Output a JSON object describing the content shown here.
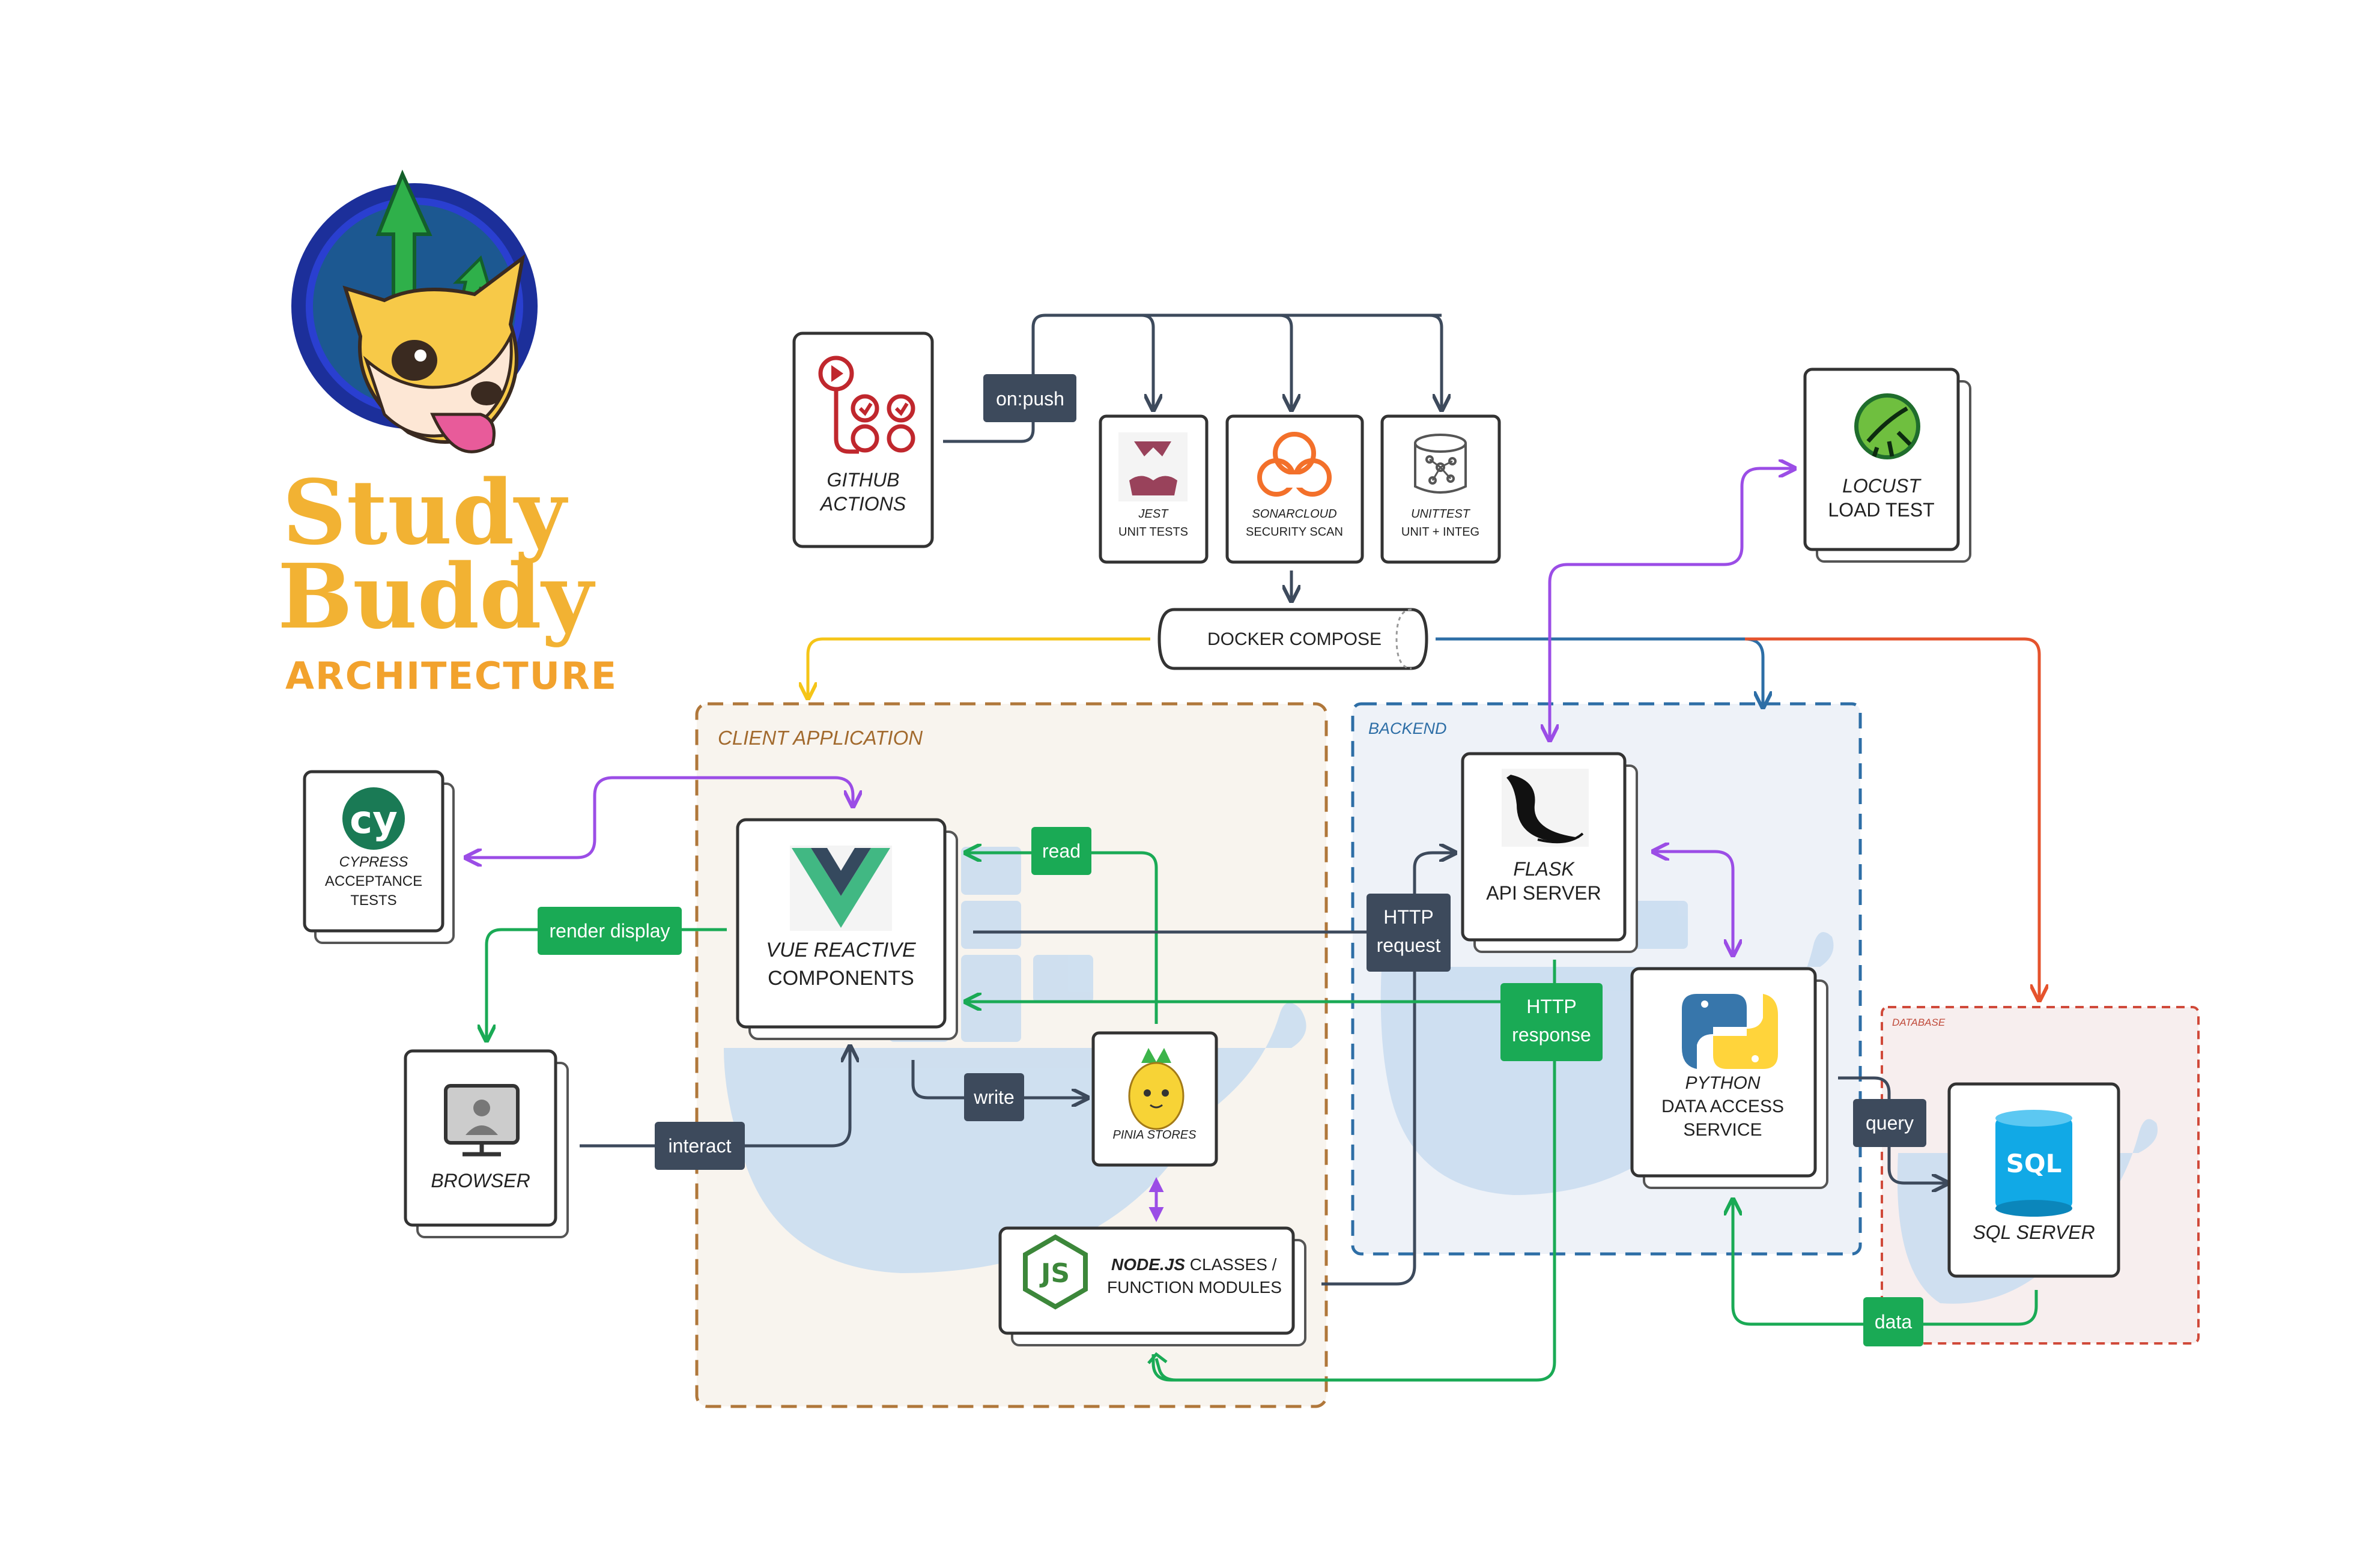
{
  "brand": {
    "title_line1": "Study",
    "title_line2": "Buddy",
    "subtitle": "ARCHITECTURE"
  },
  "regions": {
    "client": "CLIENT APPLICATION",
    "backend": "BACKEND",
    "database": "DATABASE"
  },
  "nodes": {
    "github_actions": {
      "line1": "GITHUB",
      "line2": "ACTIONS",
      "icon": "github-actions-icon"
    },
    "jest": {
      "line1": "JEST",
      "line2": "UNIT TESTS",
      "icon": "jest-icon"
    },
    "sonarcloud": {
      "line1": "SONARCLOUD",
      "line2": "SECURITY SCAN",
      "icon": "sonarcloud-icon"
    },
    "unittest": {
      "line1": "UNITTEST",
      "line2": "UNIT + INTEG",
      "icon": "unittest-icon"
    },
    "docker_compose": {
      "label": "DOCKER COMPOSE"
    },
    "locust": {
      "line1": "LOCUST",
      "line2": "LOAD TEST",
      "icon": "locust-icon"
    },
    "cypress": {
      "line1": "CYPRESS",
      "line2": "ACCEPTANCE",
      "line3": "TESTS",
      "icon": "cypress-icon"
    },
    "vue": {
      "line1": "VUE REACTIVE",
      "line2": "COMPONENTS",
      "icon": "vue-icon"
    },
    "pinia": {
      "line1": "PINIA STORES",
      "icon": "pinia-icon"
    },
    "nodejs": {
      "line1a": "NODE.JS",
      "line1b": " CLASSES /",
      "line2": "FUNCTION MODULES",
      "icon": "nodejs-icon"
    },
    "browser": {
      "line1": "BROWSER",
      "icon": "browser-icon"
    },
    "flask": {
      "line1": "FLASK",
      "line2": "API SERVER",
      "icon": "flask-icon"
    },
    "python": {
      "line1": "PYTHON",
      "line2": "DATA ACCESS",
      "line3": "SERVICE",
      "icon": "python-icon"
    },
    "sqlserver": {
      "line1": "SQL SERVER",
      "icon_text": "SQL",
      "icon": "sql-server-icon"
    }
  },
  "edge_labels": {
    "on_push": "on:push",
    "read": "read",
    "write": "write",
    "render_display": "render display",
    "interact": "interact",
    "http_request_1": "HTTP",
    "http_request_2": "request",
    "http_response_1": "HTTP",
    "http_response_2": "response",
    "query": "query",
    "data": "data"
  },
  "colors": {
    "dark_slate": "#3d4a5c",
    "green": "#1aaa55",
    "purple": "#9b4de6",
    "yellow": "#f5c518",
    "blue": "#2d6ea6",
    "orange_red": "#e5532d",
    "client_border": "#b0773a",
    "backend_border": "#2d6ea6",
    "database_border": "#d04a3a"
  }
}
